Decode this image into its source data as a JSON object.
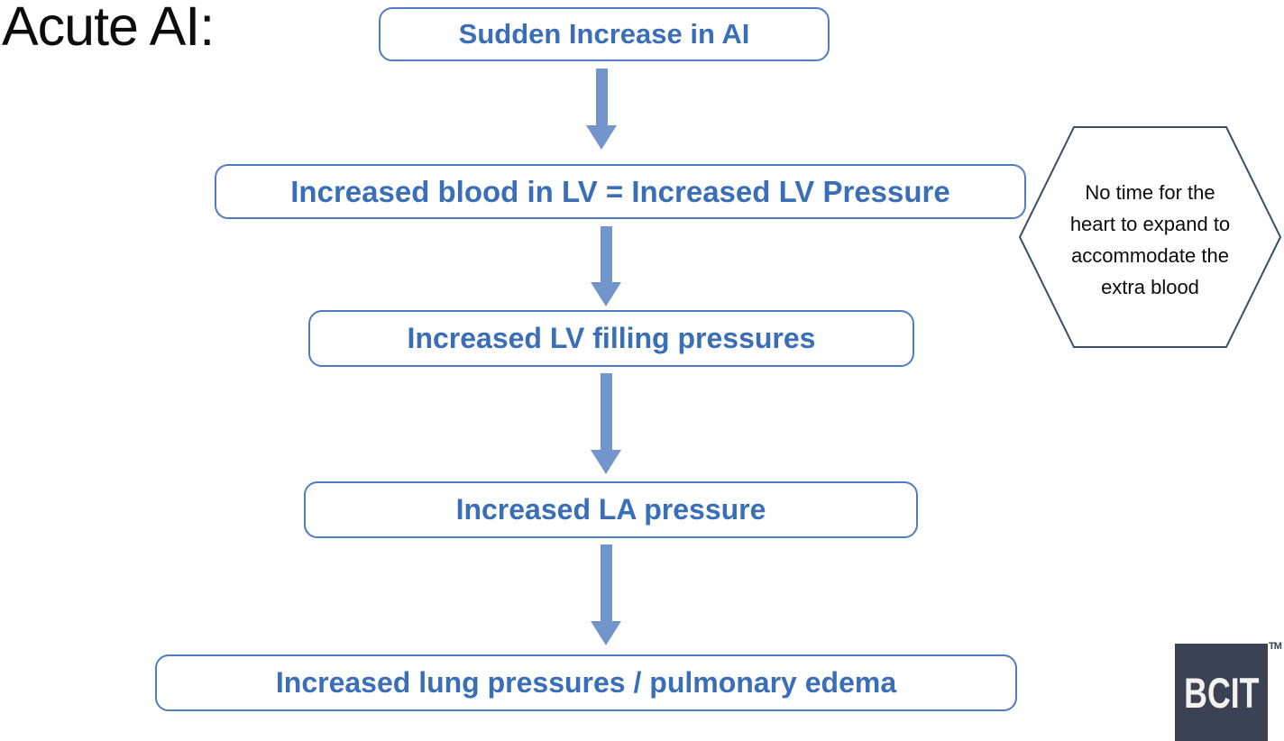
{
  "page": {
    "title": "Acute AI:"
  },
  "flow": {
    "boxes": [
      {
        "label": "Sudden Increase in AI"
      },
      {
        "label": "Increased blood in LV = Increased LV Pressure"
      },
      {
        "label": "Increased LV filling pressures"
      },
      {
        "label": "Increased LA pressure"
      },
      {
        "label": "Increased lung pressures / pulmonary edema"
      }
    ],
    "arrow_icon": "down-arrow"
  },
  "callout": {
    "shape": "hexagon",
    "text": "No time for the heart to expand to accommodate the extra blood",
    "lines": [
      "No time for the",
      "heart to expand to",
      "accommodate the",
      "extra blood"
    ]
  },
  "logo": {
    "text": "BCIT",
    "trademark": "TM"
  },
  "colors": {
    "box_border": "#4f7dc3",
    "box_text": "#3a6fb8",
    "arrow_fill": "#7296cb",
    "hexagon_border": "#3d4e63",
    "callout_text": "#0b0b0b",
    "logo_background": "#3a4254",
    "logo_text": "#f3f2ee",
    "title_text": "#0c0c0c",
    "background": "#ffffff"
  }
}
